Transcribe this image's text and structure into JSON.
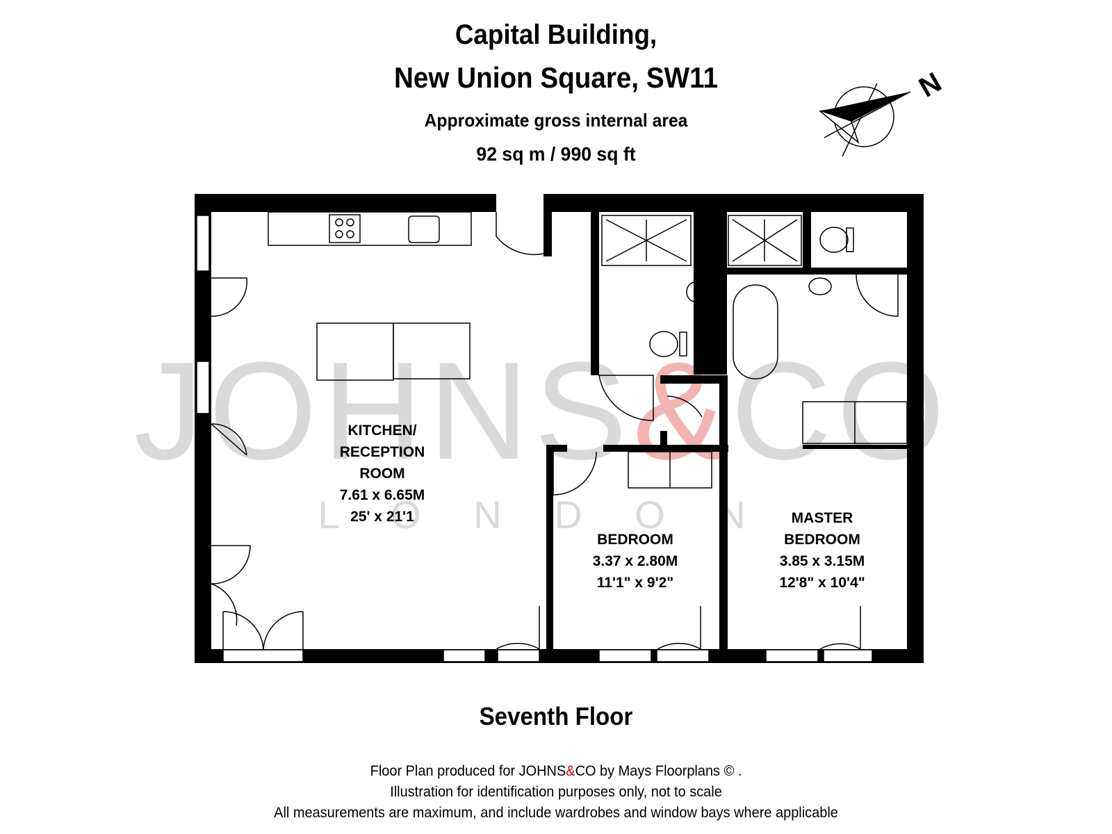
{
  "header": {
    "title_line1": "Capital Building,",
    "title_line2": "New Union Square, SW11",
    "area_label": "Approximate gross internal area",
    "area_value": "92 sq m  /  990 sq ft"
  },
  "compass": {
    "letter": "N"
  },
  "watermark": {
    "brand": "JOHNS&CO",
    "brand_left": "JOHNS",
    "amp": "&",
    "brand_right": "CO",
    "city": "L O N D O N"
  },
  "rooms": [
    {
      "name1": "KITCHEN/",
      "name2": "RECEPTION",
      "name3": "ROOM",
      "metric": "7.61 x 6.65M",
      "imperial": "25' x 21'1"
    },
    {
      "name1": "BEDROOM",
      "metric": "3.37 x 2.80M",
      "imperial": "11'1\" x 9'2\""
    },
    {
      "name1": "MASTER",
      "name2": "BEDROOM",
      "metric": "3.85 x 3.15M",
      "imperial": "12'8\" x 10'4\""
    }
  ],
  "floor": "Seventh Floor",
  "footer": {
    "line1_a": "Floor Plan produced for JOHNS",
    "line1_amp": "&",
    "line1_b": "CO by Mays Floorplans  © .",
    "line2": "Illustration for identification purposes only, not to scale",
    "line3": "All measurements are maximum, and include wardrobes and window bays where applicable"
  },
  "colors": {
    "wall": "#000000",
    "watermark_gray": "#d9d9d9",
    "watermark_red": "#f2b3b3",
    "brand_red": "#d10000"
  }
}
